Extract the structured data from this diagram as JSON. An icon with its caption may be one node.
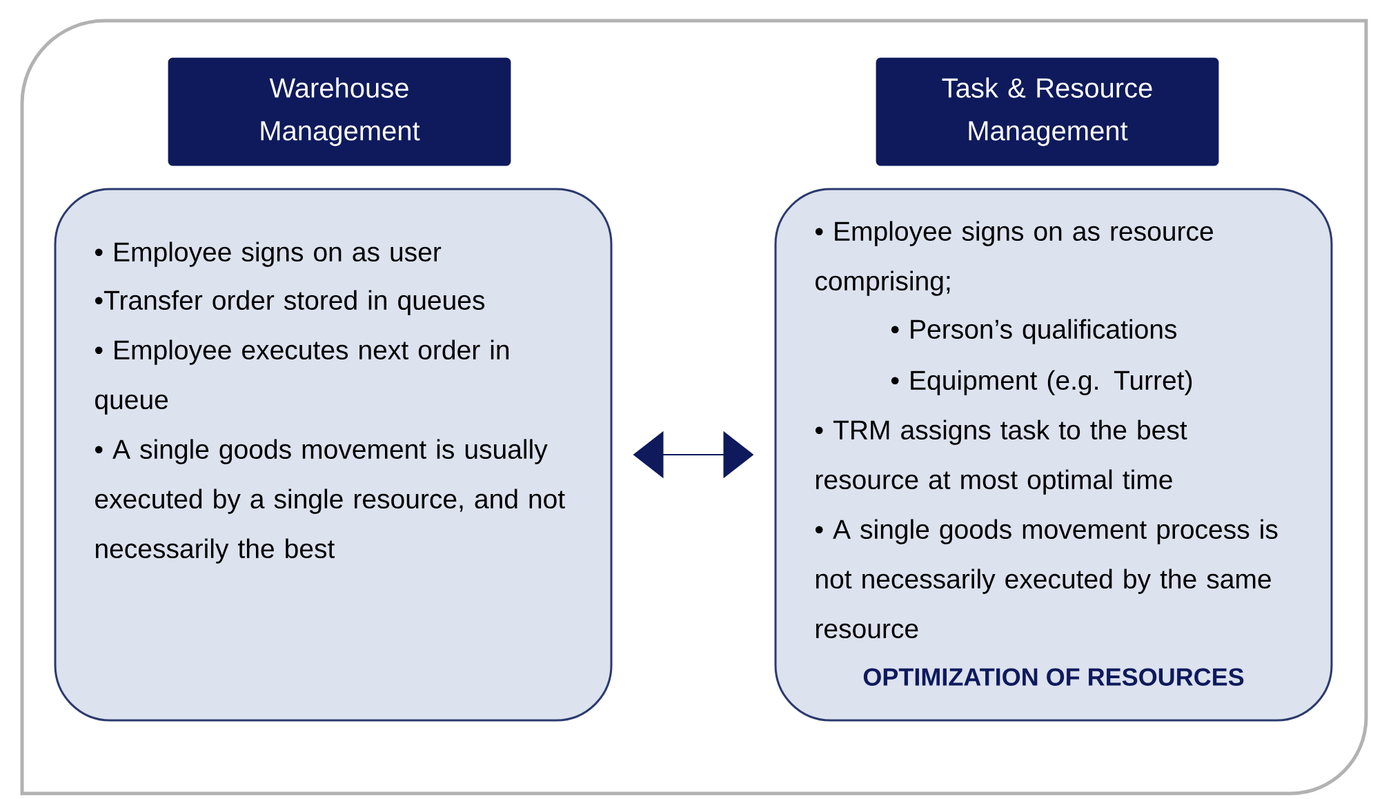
{
  "diagram": {
    "nodes": [
      {
        "text": [
          "Warehouse Management"
        ]
      },
      {
        "text": [
          "• Employee signs on as user",
          "•Transfer order stored in queues",
          "• Employee executes next order in queue",
          "• A single goods movement is usually executed by a single resource, and not necessarily the best"
        ]
      },
      {
        "text": [
          "Task & Resource Management"
        ]
      },
      {
        "text": [
          "• Employee signs on as resource comprising;",
          "• Person’s qualifications",
          "• Equipment (e.g. Turret)",
          "• TRM assigns task to the best resource at most optimal time",
          "•  A single goods movement process is not necessarily executed by the same resource",
          "OPTIMIZATION OF RESOURCES"
        ]
      }
    ],
    "edges": [
      {
        "from": 1,
        "to": 3,
        "arrow": "both"
      }
    ]
  }
}
